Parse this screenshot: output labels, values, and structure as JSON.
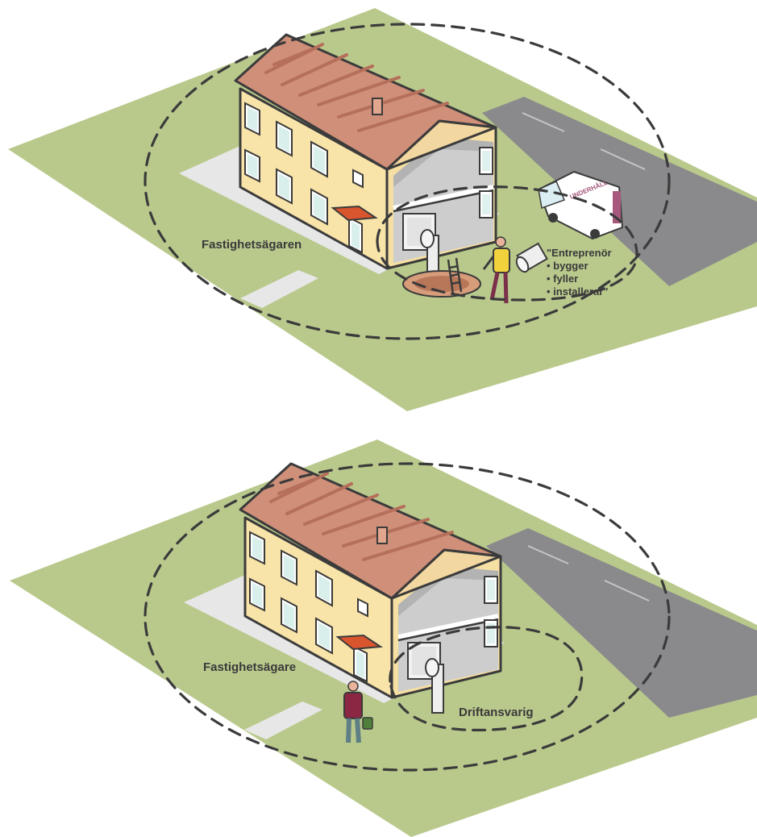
{
  "scene1": {
    "owner_label": "Fastighetsägaren",
    "contractor_note": [
      "\"Entreprenör",
      "• bygger",
      "• fyller",
      "• installerar\""
    ],
    "van_text": "UNDERHÅLL"
  },
  "scene2": {
    "owner_label": "Fastighetsägare",
    "operator_label": "Driftansvarig"
  },
  "colors": {
    "grass": "#b9c98c",
    "road": "#8a8a8c",
    "roof": "#cf8f79",
    "wall": "#f8e3a8",
    "interior": "#c9c9c9"
  }
}
